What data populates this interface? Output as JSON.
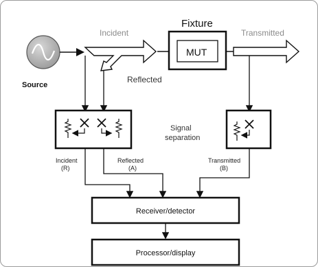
{
  "labels": {
    "fixture": "Fixture",
    "mut": "MUT",
    "incident_top": "Incident",
    "transmitted_top": "Transmitted",
    "reflected_mid": "Reflected",
    "source": "Source",
    "signal": "Signal",
    "separation": "separation",
    "incident_port": "Incident",
    "incident_port_letter": "(R)",
    "reflected_port": "Reflected",
    "reflected_port_letter": "(A)",
    "transmitted_port": "Transmitted",
    "transmitted_port_letter": "(B)",
    "receiver": "Receiver/detector",
    "processor": "Processor/display"
  },
  "colors": {
    "line": "#111111",
    "faint_text": "#8a8a8a",
    "source_fill": "#b8b8b8"
  }
}
